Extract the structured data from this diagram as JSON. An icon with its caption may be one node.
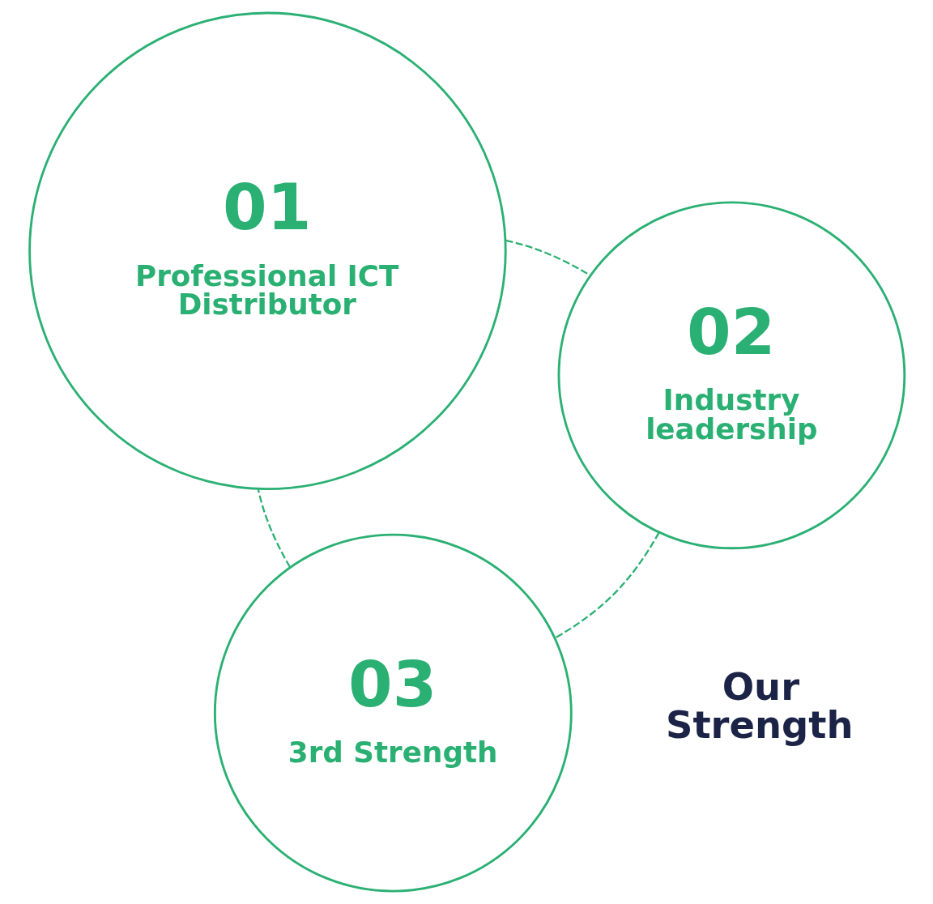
{
  "diagram": {
    "nodes": [
      {
        "text": [
          "01",
          "Professional ICT Distributor"
        ]
      },
      {
        "text": [
          "02",
          "Industry leadership"
        ]
      },
      {
        "text": [
          "03",
          "3rd Strength"
        ]
      }
    ],
    "edges": [
      {
        "from": 0,
        "to": 1,
        "arrow": "none",
        "style": "dashed"
      },
      {
        "from": 1,
        "to": 2,
        "arrow": "none",
        "style": "dashed"
      },
      {
        "from": 2,
        "to": 0,
        "arrow": "none",
        "style": "dashed"
      }
    ],
    "labels": [
      "Our Strength"
    ]
  }
}
